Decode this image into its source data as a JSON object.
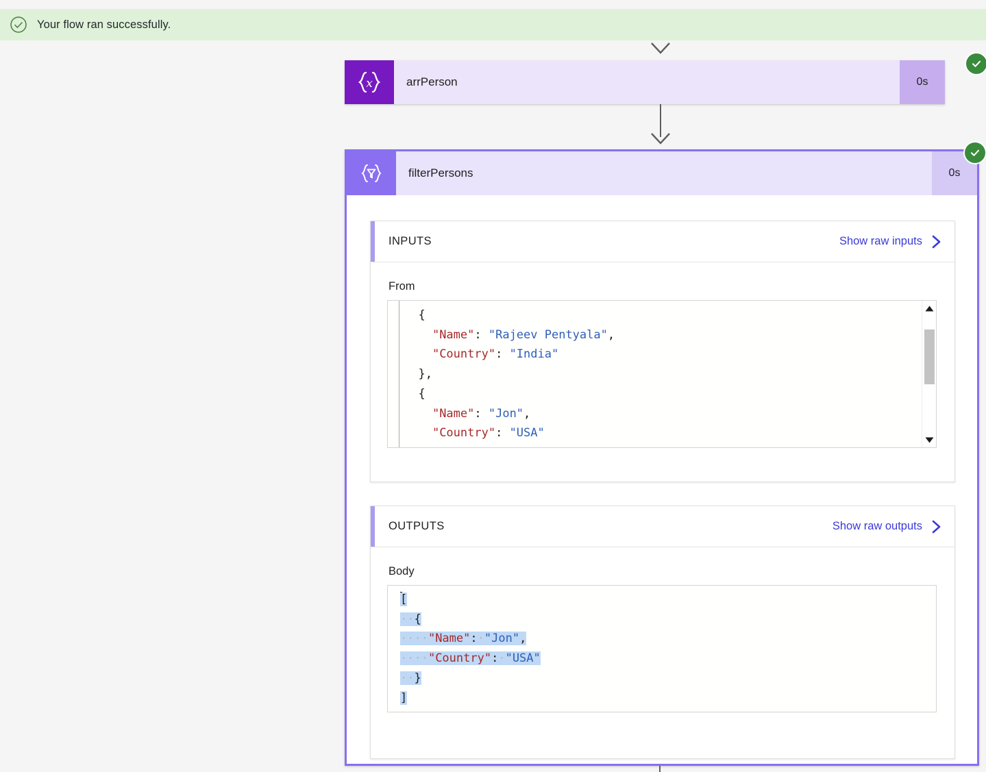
{
  "banner": {
    "icon": "check-circle-icon",
    "message": "Your flow ran successfully."
  },
  "flow": {
    "actions": [
      {
        "name": "arrPerson",
        "icon": "compose-braces-icon",
        "icon_glyph": "{x}",
        "duration": "0s",
        "status": "succeeded",
        "status_icon": "success-check-icon"
      },
      {
        "name": "filterPersons",
        "icon": "filter-array-icon",
        "icon_glyph": "{▽}",
        "duration": "0s",
        "status": "succeeded",
        "status_icon": "success-check-icon"
      }
    ]
  },
  "inputs": {
    "header": "INPUTS",
    "raw_link": "Show raw inputs",
    "chevron": "chevron-right-icon",
    "field_label": "From",
    "code_lines": [
      [
        {
          "t": "p",
          "v": "  {"
        }
      ],
      [
        {
          "t": "p",
          "v": "    "
        },
        {
          "t": "k",
          "v": "\"Name\""
        },
        {
          "t": "p",
          "v": ": "
        },
        {
          "t": "s",
          "v": "\"Rajeev Pentyala\""
        },
        {
          "t": "p",
          "v": ","
        }
      ],
      [
        {
          "t": "p",
          "v": "    "
        },
        {
          "t": "k",
          "v": "\"Country\""
        },
        {
          "t": "p",
          "v": ": "
        },
        {
          "t": "s",
          "v": "\"India\""
        }
      ],
      [
        {
          "t": "p",
          "v": "  },"
        }
      ],
      [
        {
          "t": "p",
          "v": "  {"
        }
      ],
      [
        {
          "t": "p",
          "v": "    "
        },
        {
          "t": "k",
          "v": "\"Name\""
        },
        {
          "t": "p",
          "v": ": "
        },
        {
          "t": "s",
          "v": "\"Jon\""
        },
        {
          "t": "p",
          "v": ","
        }
      ],
      [
        {
          "t": "p",
          "v": "    "
        },
        {
          "t": "k",
          "v": "\"Country\""
        },
        {
          "t": "p",
          "v": ": "
        },
        {
          "t": "s",
          "v": "\"USA\""
        }
      ],
      [
        {
          "t": "p",
          "v": "  },"
        }
      ]
    ],
    "scrollbar": {
      "up_icon": "scroll-up-arrow-icon",
      "down_icon": "scroll-down-arrow-icon",
      "thumb_top_pct": 18,
      "thumb_height_pct": 38
    }
  },
  "outputs": {
    "header": "OUTPUTS",
    "raw_link": "Show raw outputs",
    "chevron": "chevron-right-icon",
    "field_label": "Body",
    "selected": true,
    "code_lines": [
      [
        {
          "t": "p",
          "v": "["
        }
      ],
      [
        {
          "t": "dot",
          "v": "··"
        },
        {
          "t": "p",
          "v": "{"
        }
      ],
      [
        {
          "t": "dot",
          "v": "····"
        },
        {
          "t": "k",
          "v": "\"Name\""
        },
        {
          "t": "p",
          "v": ":"
        },
        {
          "t": "dot",
          "v": "·"
        },
        {
          "t": "s",
          "v": "\"Jon\""
        },
        {
          "t": "p",
          "v": ","
        }
      ],
      [
        {
          "t": "dot",
          "v": "····"
        },
        {
          "t": "k",
          "v": "\"Country\""
        },
        {
          "t": "p",
          "v": ":"
        },
        {
          "t": "dot",
          "v": "·"
        },
        {
          "t": "s",
          "v": "\"USA\""
        }
      ],
      [
        {
          "t": "dot",
          "v": "··"
        },
        {
          "t": "p",
          "v": "}"
        }
      ],
      [
        {
          "t": "p",
          "v": "]"
        }
      ]
    ]
  },
  "colors": {
    "banner_bg": "#dff1d8",
    "success_green": "#3a8a3d",
    "compose_purple": "#7719c0",
    "filter_purple": "#8a6ff0",
    "card_header_bg": "#ece4fb",
    "duration_bg": "#c6aeee",
    "accent_lavender": "#a89cf0",
    "link_blue": "#3b3bd6",
    "json_key": "#a52a2a",
    "json_string": "#2f5fb5",
    "selection_blue": "#bfd8f5",
    "page_bg": "#f5f5f5"
  }
}
